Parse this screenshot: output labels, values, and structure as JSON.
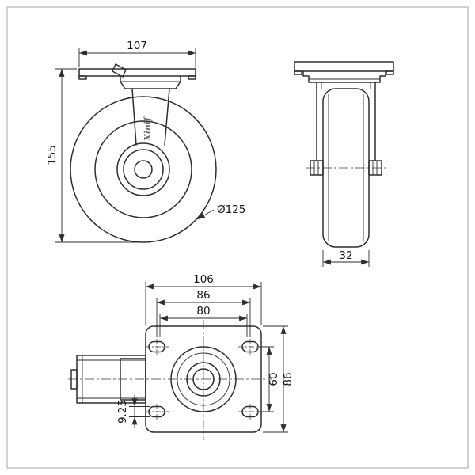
{
  "meta": {
    "description": "Technical orthographic drawing of a swivel top-plate caster wheel (side view, front view, mounting-plate plan view)",
    "background": "#ffffff",
    "line_color": "#2e2e2e",
    "frame_color": "#b5b5b5"
  },
  "logo": {
    "text": "Xinif"
  },
  "side_view": {
    "dim_plate_length": "107",
    "dim_overall_height": "155",
    "dim_wheel_diameter": "Ø125"
  },
  "front_view": {
    "dim_wheel_width": "32"
  },
  "plan_view": {
    "dim_plate_width": "106",
    "dim_bolt_span_x": "86",
    "dim_bolt_span_x_inner": "80",
    "dim_bolt_span_y": "60",
    "dim_plate_depth": "86",
    "dim_slot_width": "9.25"
  }
}
